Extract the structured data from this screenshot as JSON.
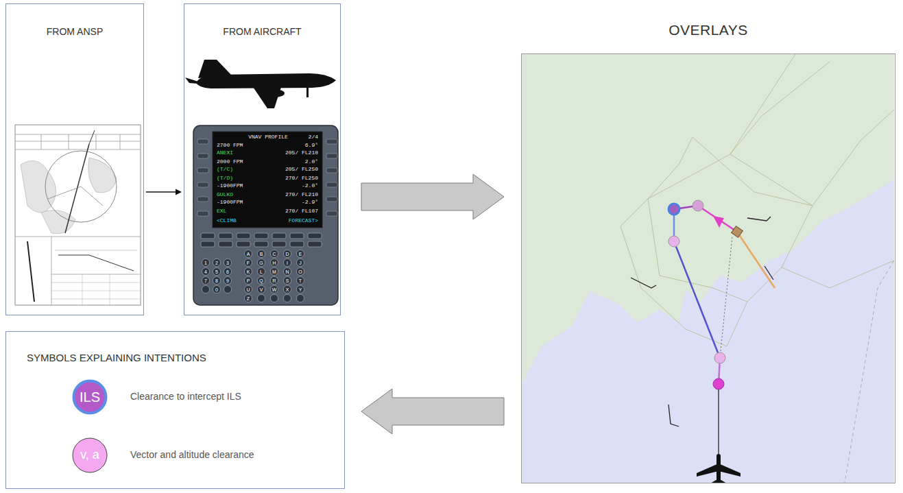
{
  "diagram": {
    "nodes": [
      {
        "text": [
          "FROM ANSP"
        ]
      },
      {
        "text": [
          "FROM AIRCRAFT"
        ]
      },
      {
        "text": [
          "OVERLAYS"
        ]
      },
      {
        "text": [
          "SYMBOLS EXPLAINING INTENTIONS"
        ]
      },
      {
        "text": [
          "ILS"
        ],
        "in": 3
      },
      {
        "text": [
          "v, a"
        ],
        "in": 3
      }
    ],
    "edges": [
      {
        "from": 0,
        "to": 1,
        "arrow": "to"
      },
      {
        "from": 1,
        "to": 2,
        "arrow": "to"
      },
      {
        "from": 2,
        "to": 3,
        "arrow": "to"
      }
    ],
    "labels": [
      "Clearance to intercept ILS",
      "Vector and altitude clearance",
      "VNAV PROFILE",
      "2/4",
      "2700 FPM",
      "6.9°",
      "ANEXI",
      "205/ FL210",
      "2000 FPM",
      "2.0°",
      "(T/C)",
      "205/ FL250",
      "(T/D)",
      "270/ FL250",
      "-1900FPM",
      "-2.0°",
      "GULKO",
      "270/ FL210",
      "-1900FPM",
      "-2.9°",
      "EXL",
      "270/ FL107",
      "<CLIMB",
      "FORECAST>",
      "1",
      "2",
      "3",
      "4",
      "5",
      "6",
      "7",
      "8",
      "9",
      "0",
      "A",
      "B",
      "C",
      "D",
      "E",
      "F",
      "G",
      "H",
      "I",
      "J",
      "K",
      "L",
      "M",
      "N",
      "O",
      "P",
      "Q",
      "R",
      "S",
      "T",
      "U",
      "V",
      "W",
      "X",
      "Y",
      "Z"
    ]
  }
}
